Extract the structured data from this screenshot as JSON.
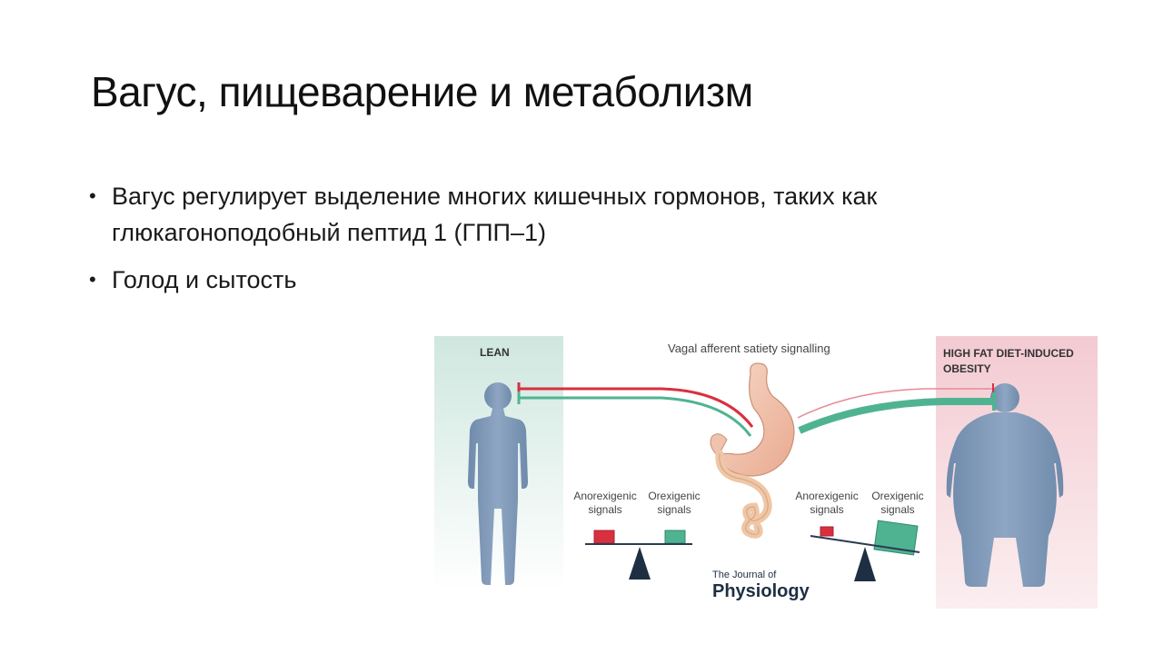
{
  "slide": {
    "title": "Вагус, пищеварение и метаболизм",
    "bullets": [
      "Вагус регулирует выделение многих кишечных гормонов, таких как глюкагоноподобный пептид 1 (ГПП–1)",
      "Голод и сытость"
    ]
  },
  "figure": {
    "header_center": "Vagal afferent satiety signalling",
    "left_label": "LEAN",
    "right_label_line1": "HIGH FAT DIET-INDUCED",
    "right_label_line2": "OBESITY",
    "left_scale": {
      "anorexigenic_line1": "Anorexigenic",
      "anorexigenic_line2": "signals",
      "orexigenic_line1": "Orexigenic",
      "orexigenic_line2": "signals"
    },
    "right_scale": {
      "anorexigenic_line1": "Anorexigenic",
      "anorexigenic_line2": "signals",
      "orexigenic_line1": "Orexigenic",
      "orexigenic_line2": "signals"
    },
    "journal_line1": "The Journal of",
    "journal_line2": "Physiology",
    "colors": {
      "lean_panel": "#d6ebe4",
      "obese_panel": "#f6d8dd",
      "body": "#7d97b6",
      "red_signal": "#d9303f",
      "green_signal": "#4fb391",
      "stomach": "#f2c9b4"
    }
  }
}
